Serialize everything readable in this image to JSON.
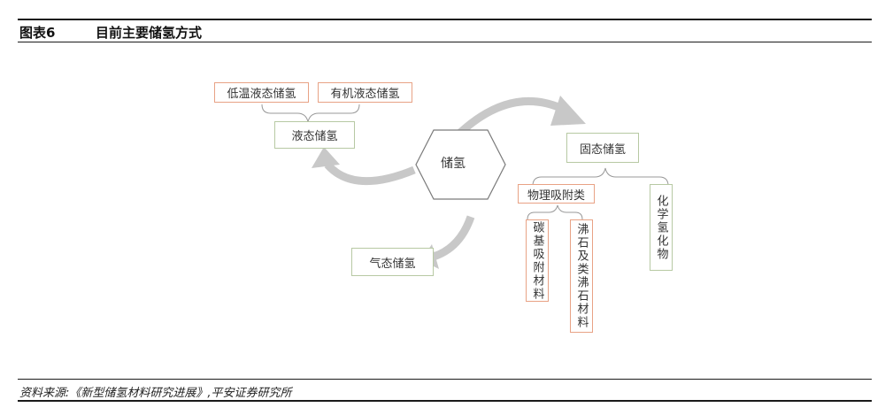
{
  "header": {
    "figure_number": "图表6",
    "title": "目前主要储氢方式"
  },
  "diagram": {
    "center": "储氢",
    "liquid": {
      "label": "液态储氢",
      "children": [
        "低温液态储氢",
        "有机液态储氢"
      ]
    },
    "solid": {
      "label": "固态储氢",
      "physical": {
        "label": "物理吸附类",
        "children": [
          "碳基吸附材料",
          "沸石及类沸石材料"
        ]
      },
      "chemical": "化学氢化物"
    },
    "gas": "气态储氢"
  },
  "footer": {
    "source": "资料来源:《新型储氢材料研究进展》,平安证券研究所"
  },
  "colors": {
    "orange_border": "#e8a285",
    "green_border": "#b7c9a3",
    "arrow_gray": "#c8c8c8"
  }
}
